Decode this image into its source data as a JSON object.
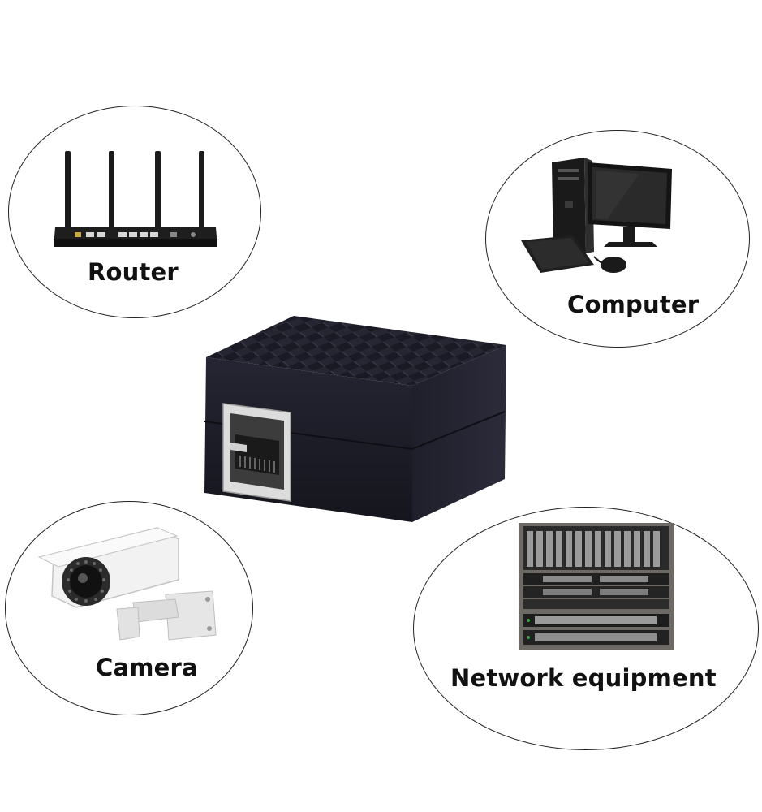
{
  "items": [
    {
      "id": "router",
      "label": "Router",
      "icon": "router-icon"
    },
    {
      "id": "computer",
      "label": "Computer",
      "icon": "desktop-computer-icon"
    },
    {
      "id": "camera",
      "label": "Camera",
      "icon": "security-camera-icon"
    },
    {
      "id": "network",
      "label": "Network equipment",
      "icon": "server-rack-icon"
    }
  ],
  "center_product": {
    "icon": "rj45-coupler-icon",
    "color": "#1c1c26"
  },
  "colors": {
    "outline": "#222222",
    "text": "#111111",
    "background": "#ffffff"
  }
}
